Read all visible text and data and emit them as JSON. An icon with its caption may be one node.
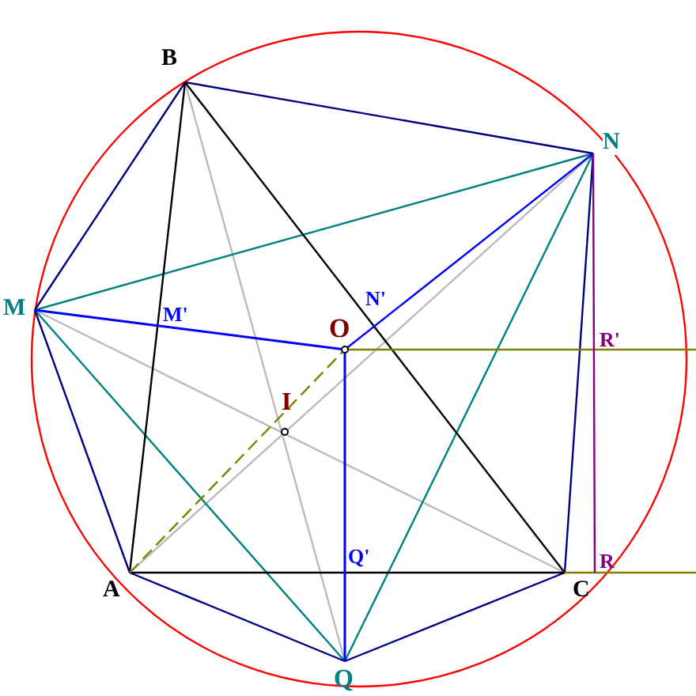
{
  "diagram": {
    "labels": [
      "B",
      "N",
      "M",
      "M'",
      "N'",
      "O",
      "R'",
      "I",
      "Q'",
      "A",
      "C",
      "R",
      "Q"
    ]
  }
}
